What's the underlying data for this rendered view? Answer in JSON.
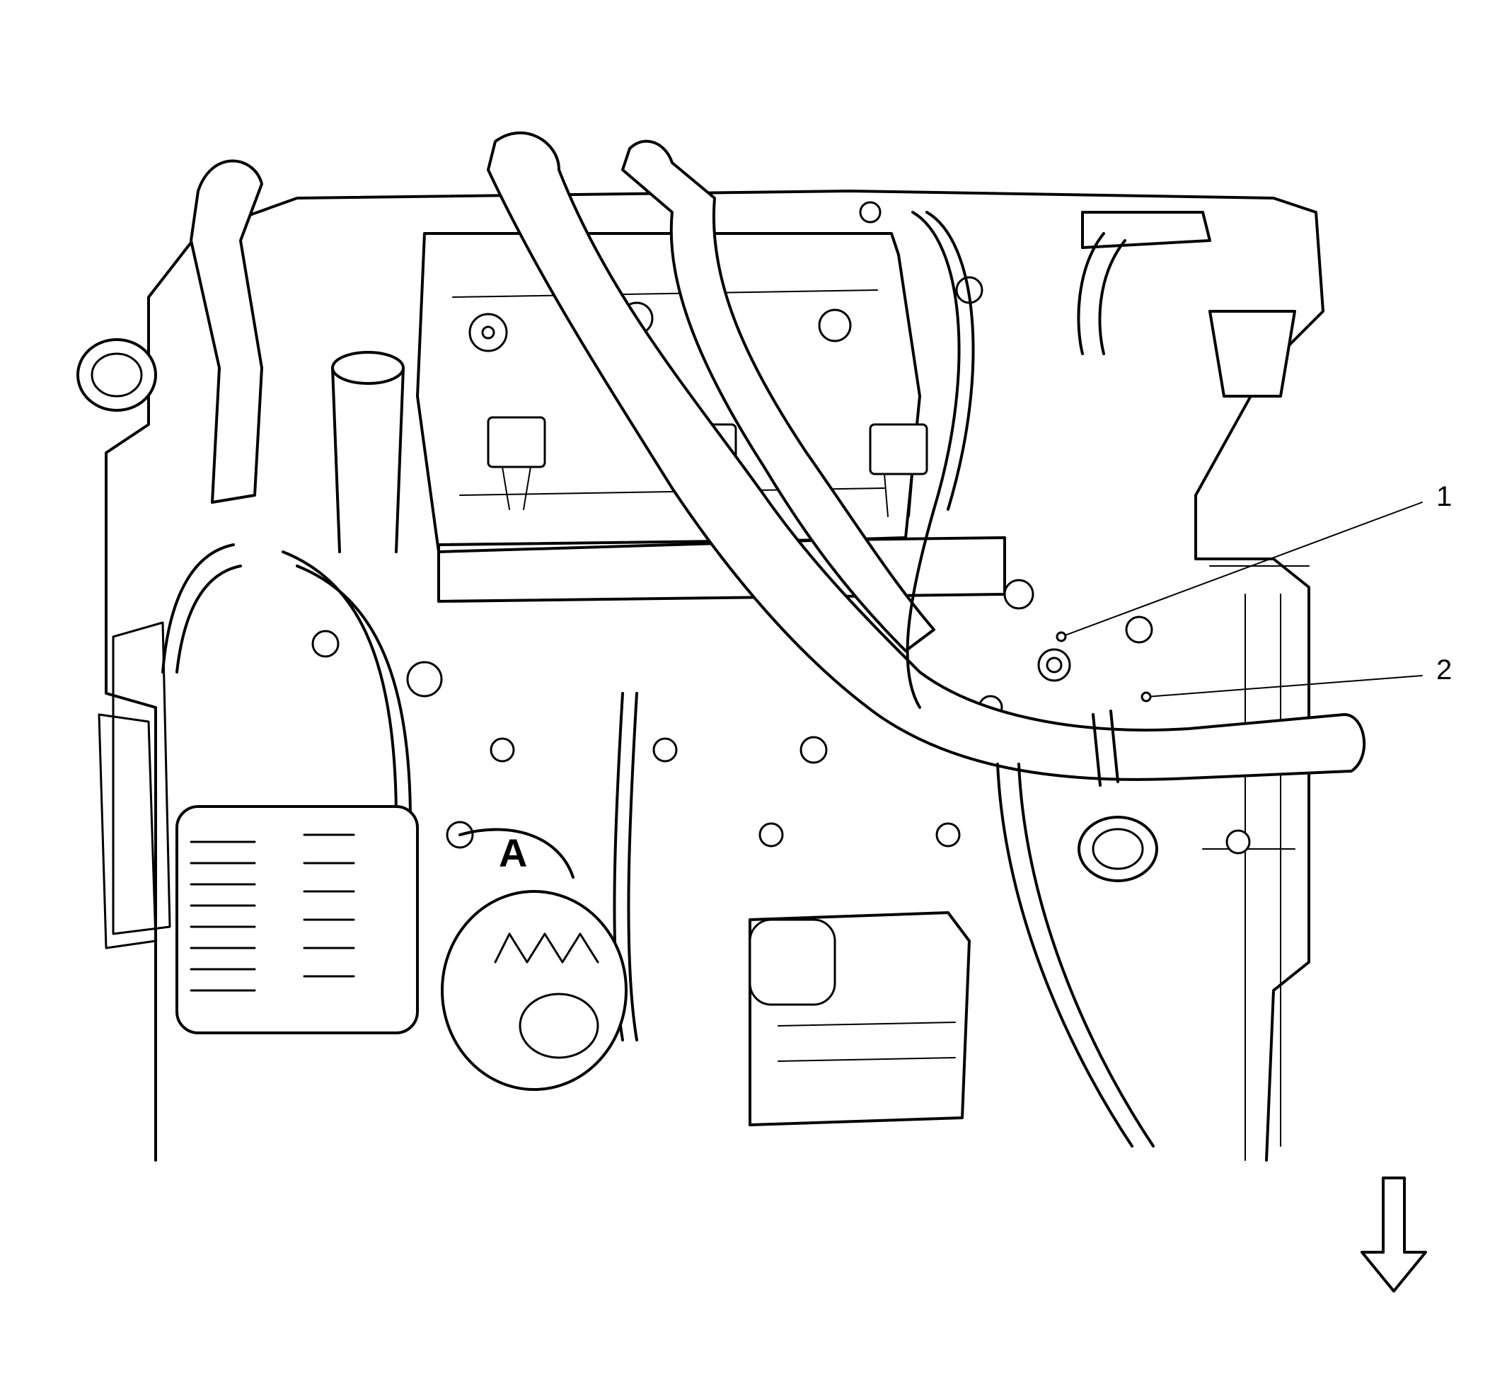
{
  "figure": {
    "callouts": [
      {
        "id": "callout-1",
        "label": "1"
      },
      {
        "id": "callout-2",
        "label": "2"
      }
    ],
    "engine_mark": "A",
    "direction_arrow_icon": "down-arrow-icon"
  }
}
